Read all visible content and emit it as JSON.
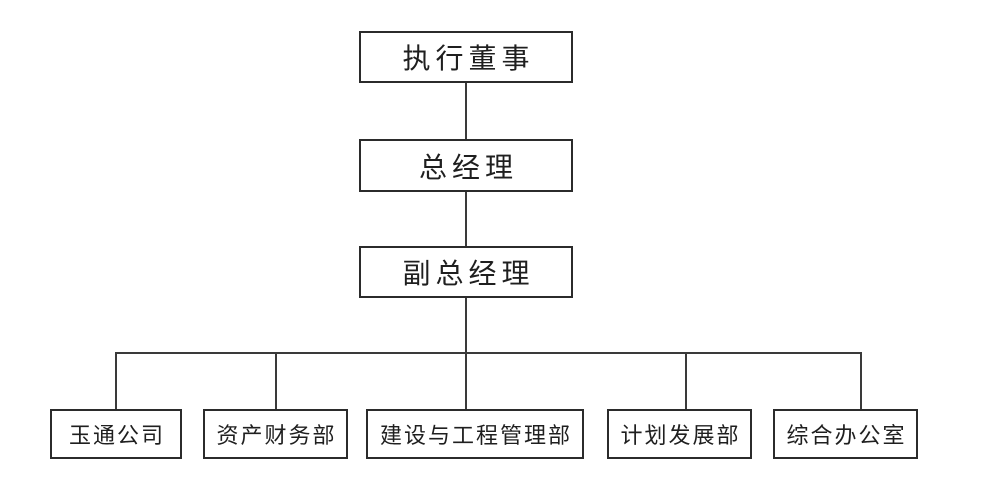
{
  "diagram": {
    "type": "org-chart",
    "background": "#ffffff",
    "line_color": "#3a3a3a",
    "box_border_color": "#2b2b2b",
    "text_color": "#1f1f1f",
    "chain": {
      "level1": {
        "label": "执行董事"
      },
      "level2": {
        "label": "总经理"
      },
      "level3": {
        "label": "副总经理"
      }
    },
    "departments": [
      {
        "label": "玉通公司"
      },
      {
        "label": "资产财务部"
      },
      {
        "label": "建设与工程管理部"
      },
      {
        "label": "计划发展部"
      },
      {
        "label": "综合办公室"
      }
    ],
    "edges": [
      {
        "from": "执行董事",
        "to": "总经理"
      },
      {
        "from": "总经理",
        "to": "副总经理"
      },
      {
        "from": "副总经理",
        "to": "玉通公司"
      },
      {
        "from": "副总经理",
        "to": "资产财务部"
      },
      {
        "from": "副总经理",
        "to": "建设与工程管理部"
      },
      {
        "from": "副总经理",
        "to": "计划发展部"
      },
      {
        "from": "副总经理",
        "to": "综合办公室"
      }
    ]
  }
}
